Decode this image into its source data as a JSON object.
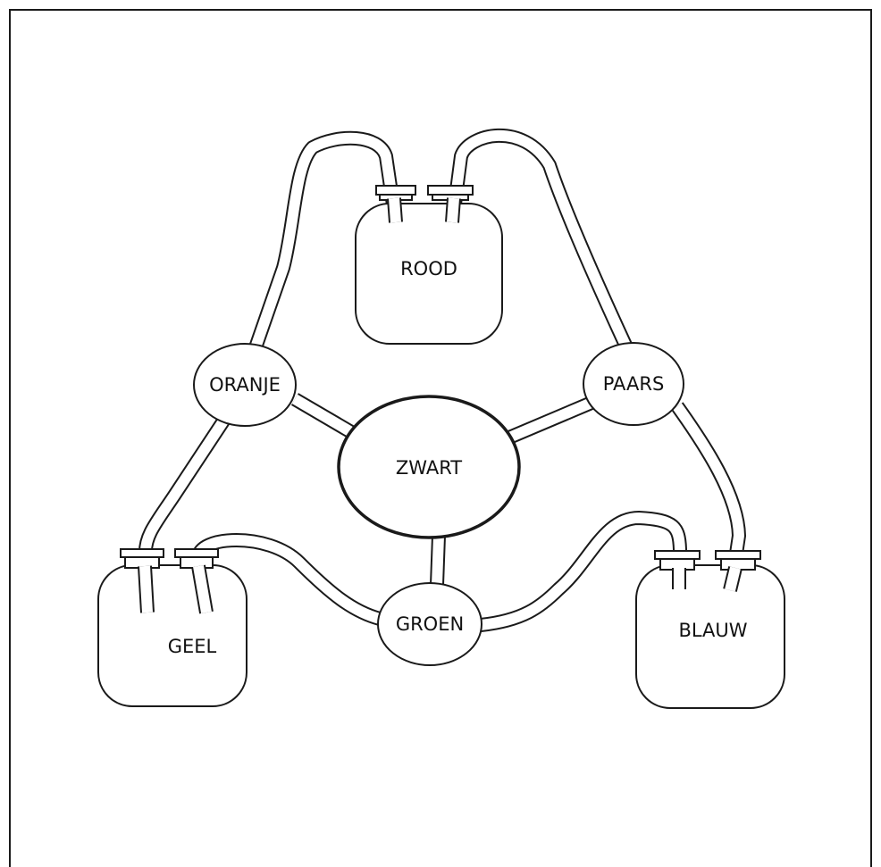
{
  "diagram": {
    "nodes": {
      "rood": {
        "label": "ROOD"
      },
      "oranje": {
        "label": "ORANJE"
      },
      "paars": {
        "label": "PAARS"
      },
      "zwart": {
        "label": "ZWART"
      },
      "groen": {
        "label": "GROEN"
      },
      "geel": {
        "label": "GEEL"
      },
      "blauw": {
        "label": "BLAUW"
      }
    },
    "connections": [
      {
        "from": "ROOD",
        "to": "ORANJE"
      },
      {
        "from": "ROOD",
        "to": "PAARS"
      },
      {
        "from": "ORANJE",
        "to": "ZWART"
      },
      {
        "from": "PAARS",
        "to": "ZWART"
      },
      {
        "from": "ORANJE",
        "to": "GEEL"
      },
      {
        "from": "PAARS",
        "to": "BLAUW"
      },
      {
        "from": "ZWART",
        "to": "GROEN"
      },
      {
        "from": "GEEL",
        "to": "GROEN"
      },
      {
        "from": "GROEN",
        "to": "BLAUW"
      }
    ],
    "colors": {
      "line": "#1a1a1a",
      "background": "#ffffff"
    }
  }
}
